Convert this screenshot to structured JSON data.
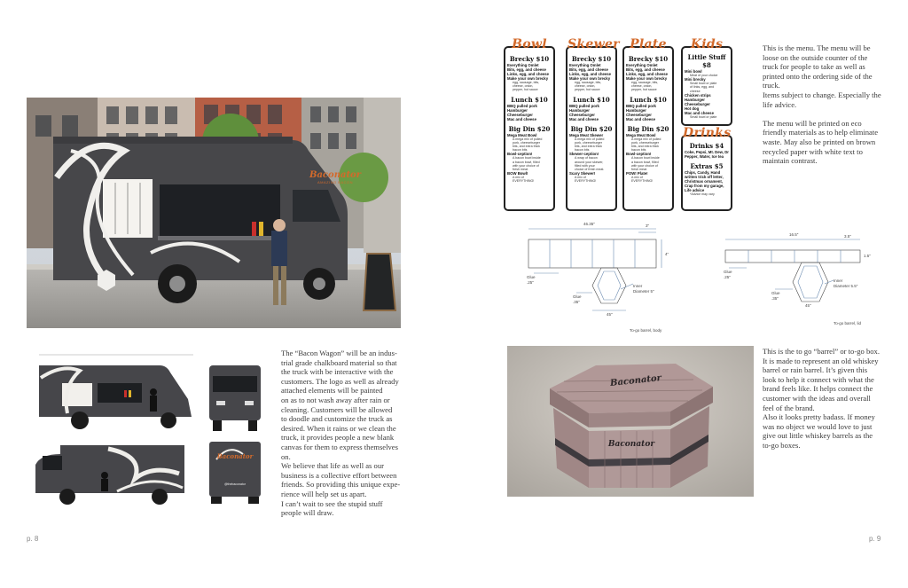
{
  "left_page": {
    "page_number": "p. 8",
    "truck_logo": "Baconator",
    "truck_logo_sub": "AMAZING BACON",
    "board_side_text": "@thebaconator",
    "paragraph": "The “Bacon Wagon” will be an indus-\ntrial grade chalkboard material so that\nthe truck with be interactive with the\ncustomers. The logo as well as already\nattached elements will be painted\non as to not wash away after rain or\ncleaning. Customers will be allowed\nto doodle and customize the truck as\ndesired. When it rains or we clean the\ntruck, it provides people a new blank\ncanvas for them to express themselves\non.\nWe believe that life as well as our\nbusiness is a collective effort between\nfriends. So providing this unique expe-\nrience will help set us apart.\nI can’t wait to see the stupid stuff\npeople will draw."
  },
  "right_page": {
    "page_number": "p. 9",
    "menu": {
      "columns": [
        {
          "title": "Bowl",
          "sections": [
            {
              "heading": "Brecky $10",
              "lines": [
                {
                  "t": "Everything Omlet",
                  "s": false
                },
                {
                  "t": "Bits, egg, and cheese",
                  "s": false
                },
                {
                  "t": "Links, egg, and cheese",
                  "s": false
                },
                {
                  "t": "Make your own brecky",
                  "s": false
                },
                {
                  "t": "egg, sausage, bits,",
                  "s": true
                },
                {
                  "t": "cheese, onion,",
                  "s": true
                },
                {
                  "t": "pepper, hot sauce",
                  "s": true
                }
              ]
            },
            {
              "heading": "Lunch $10",
              "lines": [
                {
                  "t": "BBQ pulled pork",
                  "s": false
                },
                {
                  "t": "Hamburger",
                  "s": false
                },
                {
                  "t": "Cheeseburger",
                  "s": false
                },
                {
                  "t": "Mac and cheese",
                  "s": false
                }
              ]
            },
            {
              "heading": "Big Din $20",
              "lines": [
                {
                  "t": "Mega Meat Bowl",
                  "s": false
                },
                {
                  "t": "A mega mix of pulled",
                  "s": true
                },
                {
                  "t": "pork, cheeseburger",
                  "s": true
                },
                {
                  "t": "bits, and extra thick",
                  "s": true
                },
                {
                  "t": "bacon bits",
                  "s": true
                },
                {
                  "t": "Bowl-ception!",
                  "s": false
                },
                {
                  "t": "A bacon bowl inside",
                  "s": true
                },
                {
                  "t": "a bacon bowl, filled",
                  "s": true
                },
                {
                  "t": "with your choice of",
                  "s": true
                },
                {
                  "t": "fresh meat.",
                  "s": true
                },
                {
                  "t": "BOW Bowl!",
                  "s": false
                },
                {
                  "t": "A mix of",
                  "s": true
                },
                {
                  "t": "EVERYTHING!",
                  "s": true
                }
              ]
            }
          ]
        },
        {
          "title": "Skewer",
          "sections": [
            {
              "heading": "Brecky $10",
              "lines": [
                {
                  "t": "Everything Omlet",
                  "s": false
                },
                {
                  "t": "Bits, egg, and cheese",
                  "s": false
                },
                {
                  "t": "Links, egg, and cheese",
                  "s": false
                },
                {
                  "t": "Make your own brecky",
                  "s": false
                },
                {
                  "t": "egg, sausage, bits,",
                  "s": true
                },
                {
                  "t": "cheese, onion,",
                  "s": true
                },
                {
                  "t": "pepper, hot sauce",
                  "s": true
                }
              ]
            },
            {
              "heading": "Lunch $10",
              "lines": [
                {
                  "t": "BBQ pulled pork",
                  "s": false
                },
                {
                  "t": "Hamburger",
                  "s": false
                },
                {
                  "t": "Cheeseburger",
                  "s": false
                },
                {
                  "t": "Mac and cheese",
                  "s": false
                }
              ]
            },
            {
              "heading": "Big Din $20",
              "lines": [
                {
                  "t": "Mega Meat Skewer",
                  "s": false
                },
                {
                  "t": "A mega mix of pulled",
                  "s": true
                },
                {
                  "t": "pork, cheeseburger",
                  "s": true
                },
                {
                  "t": "bits, and extra thick",
                  "s": true
                },
                {
                  "t": "bacon bits",
                  "s": true
                },
                {
                  "t": "Skewer-ception!",
                  "s": false
                },
                {
                  "t": "A wrap of bacon",
                  "s": true
                },
                {
                  "t": "around your skewer,",
                  "s": true
                },
                {
                  "t": "filled with your",
                  "s": true
                },
                {
                  "t": "choice of fresh meat.",
                  "s": true
                },
                {
                  "t": "Scary Skewer!",
                  "s": false
                },
                {
                  "t": "A mix of",
                  "s": true
                },
                {
                  "t": "EVERYTHING!",
                  "s": true
                }
              ]
            }
          ]
        },
        {
          "title": "Plate",
          "sections": [
            {
              "heading": "Brecky $10",
              "lines": [
                {
                  "t": "Everything Omlet",
                  "s": false
                },
                {
                  "t": "Bits, egg, and cheese",
                  "s": false
                },
                {
                  "t": "Links, egg, and cheese",
                  "s": false
                },
                {
                  "t": "Make your own brecky",
                  "s": false
                },
                {
                  "t": "egg, sausage, bits,",
                  "s": true
                },
                {
                  "t": "cheese, onion,",
                  "s": true
                },
                {
                  "t": "pepper, hot sauce",
                  "s": true
                }
              ]
            },
            {
              "heading": "Lunch $10",
              "lines": [
                {
                  "t": "BBQ pulled pork",
                  "s": false
                },
                {
                  "t": "Hamburger",
                  "s": false
                },
                {
                  "t": "Cheeseburger",
                  "s": false
                },
                {
                  "t": "Mac and cheese",
                  "s": false
                }
              ]
            },
            {
              "heading": "Big Din $20",
              "lines": [
                {
                  "t": "Mega Meat Bowl",
                  "s": false
                },
                {
                  "t": "A mega mix of pulled",
                  "s": true
                },
                {
                  "t": "pork, cheeseburger",
                  "s": true
                },
                {
                  "t": "bits, and extra thick",
                  "s": true
                },
                {
                  "t": "bacon bits",
                  "s": true
                },
                {
                  "t": "Bowl-ception!",
                  "s": false
                },
                {
                  "t": "A bacon bowl inside",
                  "s": true
                },
                {
                  "t": "a bacon bowl, filled",
                  "s": true
                },
                {
                  "t": "with your choice of",
                  "s": true
                },
                {
                  "t": "fresh meat.",
                  "s": true
                },
                {
                  "t": "POW! Plate!",
                  "s": false
                },
                {
                  "t": "A mix of",
                  "s": true
                },
                {
                  "t": "EVERYTHING!",
                  "s": true
                }
              ]
            }
          ]
        }
      ],
      "kids": {
        "title": "Kids",
        "heading": "Little Stuff $8",
        "lines": [
          {
            "t": "Mini bowl",
            "s": false
          },
          {
            "t": "Meat of your choice",
            "s": true
          },
          {
            "t": "Mini brecky",
            "s": false
          },
          {
            "t": "Small bowl or plate",
            "s": true
          },
          {
            "t": "of links, egg, and",
            "s": true
          },
          {
            "t": "cheese",
            "s": true
          },
          {
            "t": "Chicken strips",
            "s": false
          },
          {
            "t": "Hamburger",
            "s": false
          },
          {
            "t": "Cheeseburger",
            "s": false
          },
          {
            "t": "Hot dog",
            "s": false
          },
          {
            "t": "Mac and cheese",
            "s": false
          },
          {
            "t": "Small bowl or plate",
            "s": true
          }
        ]
      },
      "drinks": {
        "title": "Drinks",
        "heading": "Drinks $4",
        "lines": [
          {
            "t": "Coke, Pepsi, Mt. Dew, Dr",
            "s": false
          },
          {
            "t": "Pepper, Water, Ice tea",
            "s": false
          }
        ],
        "extras_heading": "Extras $5",
        "extras_lines": [
          {
            "t": "Chips, Candy, Hand",
            "s": false
          },
          {
            "t": "written trick off letter,",
            "s": false
          },
          {
            "t": "Christmas ornament,",
            "s": false
          },
          {
            "t": "Crap from my garage,",
            "s": false
          },
          {
            "t": "Life advice",
            "s": false
          },
          {
            "t": "*Advice may vary",
            "s": true
          }
        ]
      }
    },
    "menu_paragraph": "This is the menu. The menu will be\nloose on the outside counter of the\ntruck for people to take as well as\nprinted onto the ordering side of the\ntruck.\nItems subject to change. Especially the\nlife advice.\n\nThe menu will be printed on eco\nfriendly materials as to help eliminate\nwaste. May also be printed on brown\nrecycled paper with white text to\nmaintain contrast.",
    "dieline_body": {
      "caption": "To-go barrel, body",
      "dim_top": "46.35\"",
      "dim_tab": "3\"",
      "dim_height": "4\"",
      "glue_a": "Glue\n.25\"",
      "glue_b": "Glue\n.35\"",
      "inner": "Inner\nDiameter 5\"",
      "dim_bottom": "45\""
    },
    "dieline_lid": {
      "caption": "To-go barrel, lid",
      "dim_top": "16.5\"",
      "dim_tab": "3.5\"",
      "dim_height": "1.5\"",
      "glue_a": "Glue\n.25\"",
      "glue_b": "Glue\n.35\"",
      "inner": "Inner\nDiameter 5.5\"",
      "dim_bottom": "45\""
    },
    "box_logo": "Baconator",
    "barrel_paragraph": "This is the to go “barrel” or to-go box.\nIt is made to represent an old whiskey\nbarrel or rain barrel. It’s given this\nlook to help it connect with what the\nbrand feels like. It helps connect the\ncustomer with the ideas and overall\nfeel of the brand.\nAlso it looks pretty badass. If money\nwas no object we would love to just\ngive out little whiskey barrels as the\nto-go boxes."
  },
  "colors": {
    "accent_orange": "#d36a2b",
    "truck_body": "#47474a",
    "wood": "#a78f8c"
  }
}
